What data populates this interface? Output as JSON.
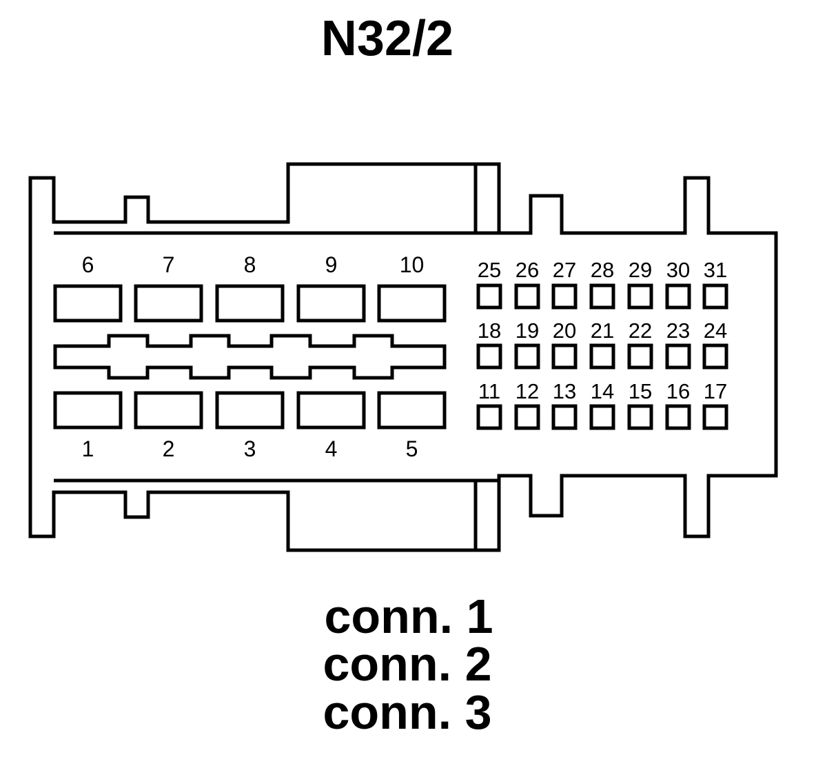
{
  "title": "N32/2",
  "connector_labels": [
    "conn. 1",
    "conn. 2",
    "conn. 3"
  ],
  "large_pins": {
    "top": [
      "6",
      "7",
      "8",
      "9",
      "10"
    ],
    "bottom": [
      "1",
      "2",
      "3",
      "4",
      "5"
    ]
  },
  "small_pins": {
    "row1": [
      "25",
      "26",
      "27",
      "28",
      "29",
      "30",
      "31"
    ],
    "row2": [
      "18",
      "19",
      "20",
      "21",
      "22",
      "23",
      "24"
    ],
    "row3": [
      "11",
      "12",
      "13",
      "14",
      "15",
      "16",
      "17"
    ]
  }
}
